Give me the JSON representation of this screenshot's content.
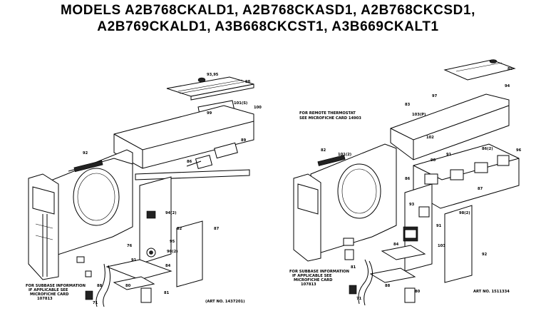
{
  "title": {
    "line1": "MODELS A2B768CKALD1, A2B768CKASD1, A2B768CKCSD1,",
    "line2": "A2B769CKALD1, A3B668CKCST1, A3B669CKALT1"
  },
  "notes": {
    "left_subassembly": [
      "FOR SUBBASE INFORMATION",
      "IF APPLICABLE SEE",
      "MICROFICHE CARD",
      "107813"
    ],
    "right_remote": [
      "FOR REMOTE THERMOSTAT",
      "SEE MICROFICHE CARD 14903"
    ],
    "right_subbase": [
      "FOR SUBBASE INFORMATION",
      "IF APPLICABLE SEE",
      "MICROFICHE CARD",
      "107813"
    ],
    "left_art_no": "(ART NO. 1437201)",
    "right_art_no": "ART NO. 1511334"
  },
  "diagram_labels": {
    "left": [
      "93,95",
      "98",
      "101(S)",
      "99",
      "100",
      "89",
      "86",
      "92",
      "94(2)",
      "82",
      "90(2)",
      "87",
      "95",
      "76",
      "91",
      "84",
      "81",
      "80",
      "88",
      "71"
    ],
    "right": [
      "85",
      "94",
      "97",
      "83",
      "103(P)",
      "102",
      "101(2)",
      "91",
      "90",
      "86(2)",
      "96",
      "82",
      "86",
      "87",
      "98(2)",
      "93",
      "91",
      "103",
      "92",
      "84",
      "81",
      "80",
      "88",
      "71"
    ]
  }
}
